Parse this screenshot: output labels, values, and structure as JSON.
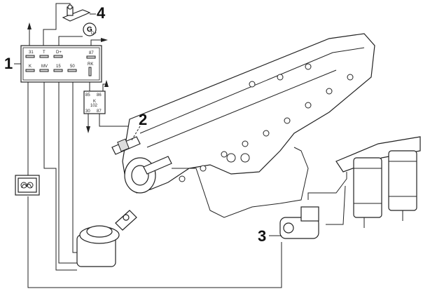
{
  "callouts": [
    "1",
    "2",
    "3",
    "4"
  ],
  "control_unit": {
    "terminals_top": [
      "31",
      "T",
      "D+",
      "87"
    ],
    "terminals_bottom": [
      "K",
      "MV",
      "15",
      "50",
      "RK"
    ]
  },
  "relay": {
    "pins_top": [
      "85",
      "86"
    ],
    "name": "K",
    "code": "102",
    "pins_bottom": [
      "30",
      "87"
    ]
  },
  "alternator": {
    "symbol": "G",
    "terminal": "D+"
  },
  "colors": {
    "line": "#222222",
    "fill": "#dddddd"
  }
}
